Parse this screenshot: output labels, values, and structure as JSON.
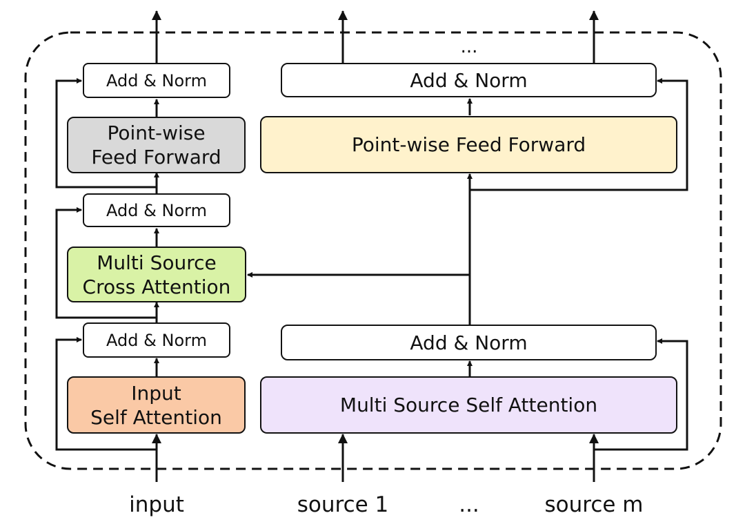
{
  "blocks": {
    "left_add_norm_top": "Add & Norm",
    "left_ffn": "Point-wise\nFeed Forward",
    "left_add_norm_mid": "Add & Norm",
    "left_cross_attention": "Multi Source\nCross Attention",
    "left_add_norm_bottom": "Add & Norm",
    "left_self_attention": "Input\nSelf Attention",
    "right_add_norm_top": "Add & Norm",
    "right_ffn": "Point-wise Feed Forward",
    "right_add_norm_bottom": "Add & Norm",
    "right_self_attention": "Multi Source Self Attention"
  },
  "colors": {
    "ffn_gray": "#d9d9d9",
    "cross_attention_green": "#d9f2a6",
    "input_attention_orange": "#fac9a6",
    "ffn_yellow": "#fff2cc",
    "self_attention_purple": "#efe3fb"
  },
  "inputs": {
    "input": "input",
    "source_1": "source 1",
    "ellipsis": "...",
    "source_m": "source m"
  },
  "top_ellipsis": "..."
}
